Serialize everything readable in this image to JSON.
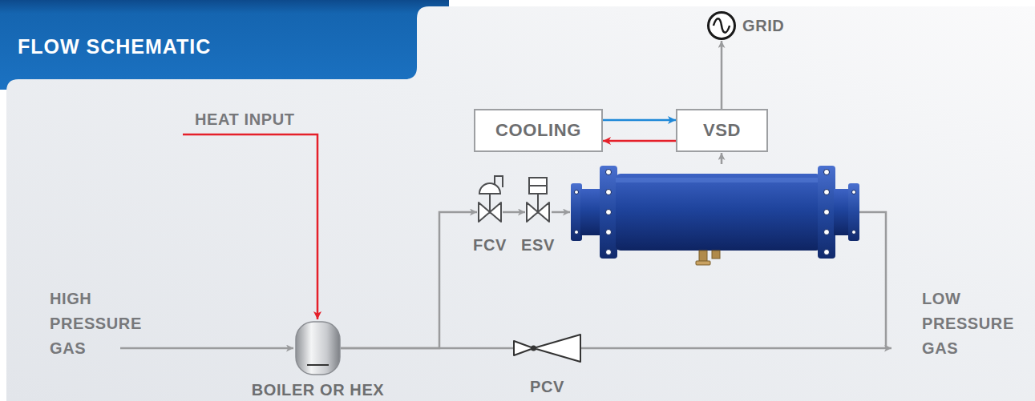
{
  "diagram": {
    "title": "FLOW SCHEMATIC",
    "nodes": [
      {
        "text": [
          "COOLING"
        ]
      },
      {
        "text": [
          "VSD"
        ]
      },
      {
        "text": [
          "GRID"
        ]
      },
      {
        "text": [
          "BOILER OR HEX"
        ]
      },
      {
        "text": [
          "FCV"
        ]
      },
      {
        "text": [
          "ESV"
        ]
      },
      {
        "text": [
          "PCV"
        ]
      }
    ],
    "edges": [
      {
        "from": 0,
        "to": 1,
        "arrow": "to"
      },
      {
        "from": 1,
        "to": 0,
        "arrow": "to"
      },
      {
        "from": 1,
        "to": 2,
        "arrow": "to"
      },
      {
        "from": 3,
        "to": 4,
        "arrow": "to"
      },
      {
        "from": 4,
        "to": 5,
        "arrow": "to"
      },
      {
        "from": 3,
        "to": 6,
        "arrow": "none"
      }
    ],
    "labels": [
      "HEAT INPUT",
      "HIGH PRESSURE GAS",
      "LOW PRESSURE GAS"
    ]
  }
}
